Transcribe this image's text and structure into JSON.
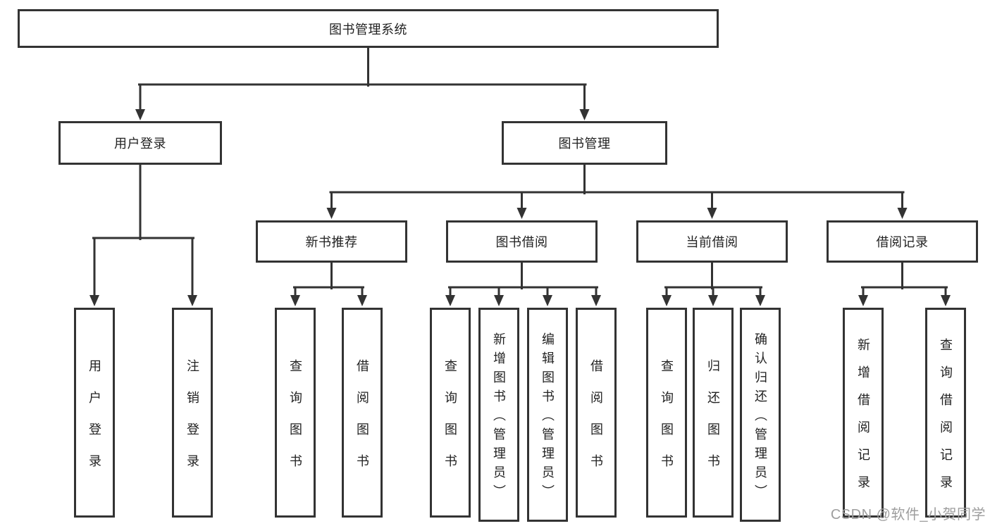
{
  "colors": {
    "line": "#333333",
    "box_border": "#333333",
    "text": "#222222",
    "watermark": "#9e9e9e",
    "background": "#ffffff"
  },
  "watermark": {
    "text": "CSDN @软件_小贺同学"
  },
  "diagram": {
    "root": {
      "label": "图书管理系统"
    },
    "branches": [
      {
        "label": "用户登录",
        "leaves": [
          {
            "label": "用户登录"
          },
          {
            "label": "注销登录"
          }
        ]
      },
      {
        "label": "图书管理",
        "groups": [
          {
            "label": "新书推荐",
            "leaves": [
              {
                "label": "查询图书"
              },
              {
                "label": "借阅图书"
              }
            ]
          },
          {
            "label": "图书借阅",
            "leaves": [
              {
                "label": "查询图书"
              },
              {
                "label": "新增图书（管理员）"
              },
              {
                "label": "编辑图书（管理员）"
              },
              {
                "label": "借阅图书"
              }
            ]
          },
          {
            "label": "当前借阅",
            "leaves": [
              {
                "label": "查询图书"
              },
              {
                "label": "归还图书"
              },
              {
                "label": "确认归还（管理员）"
              }
            ]
          },
          {
            "label": "借阅记录",
            "leaves": [
              {
                "label": "新增借阅记录"
              },
              {
                "label": "查询借阅记录"
              }
            ]
          }
        ]
      }
    ]
  }
}
